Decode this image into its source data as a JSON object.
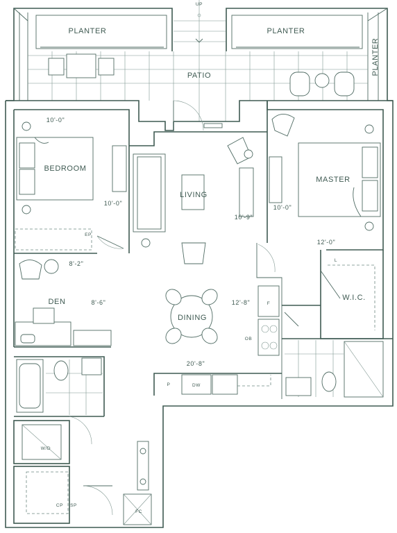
{
  "rooms": {
    "planter_left": "PLANTER",
    "planter_mid": "PLANTER",
    "planter_right": "PLANTER",
    "patio": "PATIO",
    "bedroom": "BEDROOM",
    "living": "LIVING",
    "master": "MASTER",
    "den": "DEN",
    "dining": "DINING",
    "wic": "W.I.C."
  },
  "dimensions": {
    "bedroom_width": "10'-0\"",
    "bedroom_length": "10'-0\"",
    "den_width": "8'-2\"",
    "den_length": "8'-6\"",
    "living_length": "10'-9\"",
    "master_width": "10'-0\"",
    "master_length": "12'-0\"",
    "dining_length": "12'-8\"",
    "kitchen_dining_width": "20'-8\""
  },
  "fixtures": {
    "up": "UP",
    "ep": "EP",
    "linen": "L",
    "fridge": "F",
    "oven": "OB",
    "pantry": "P",
    "dishwasher": "DW",
    "washer_dryer": "W/D",
    "closet_cp": "CP",
    "closet_sp": "SP",
    "fan_coil": "FC"
  },
  "colors": {
    "line": "#3f5a52",
    "background": "#ffffff"
  }
}
